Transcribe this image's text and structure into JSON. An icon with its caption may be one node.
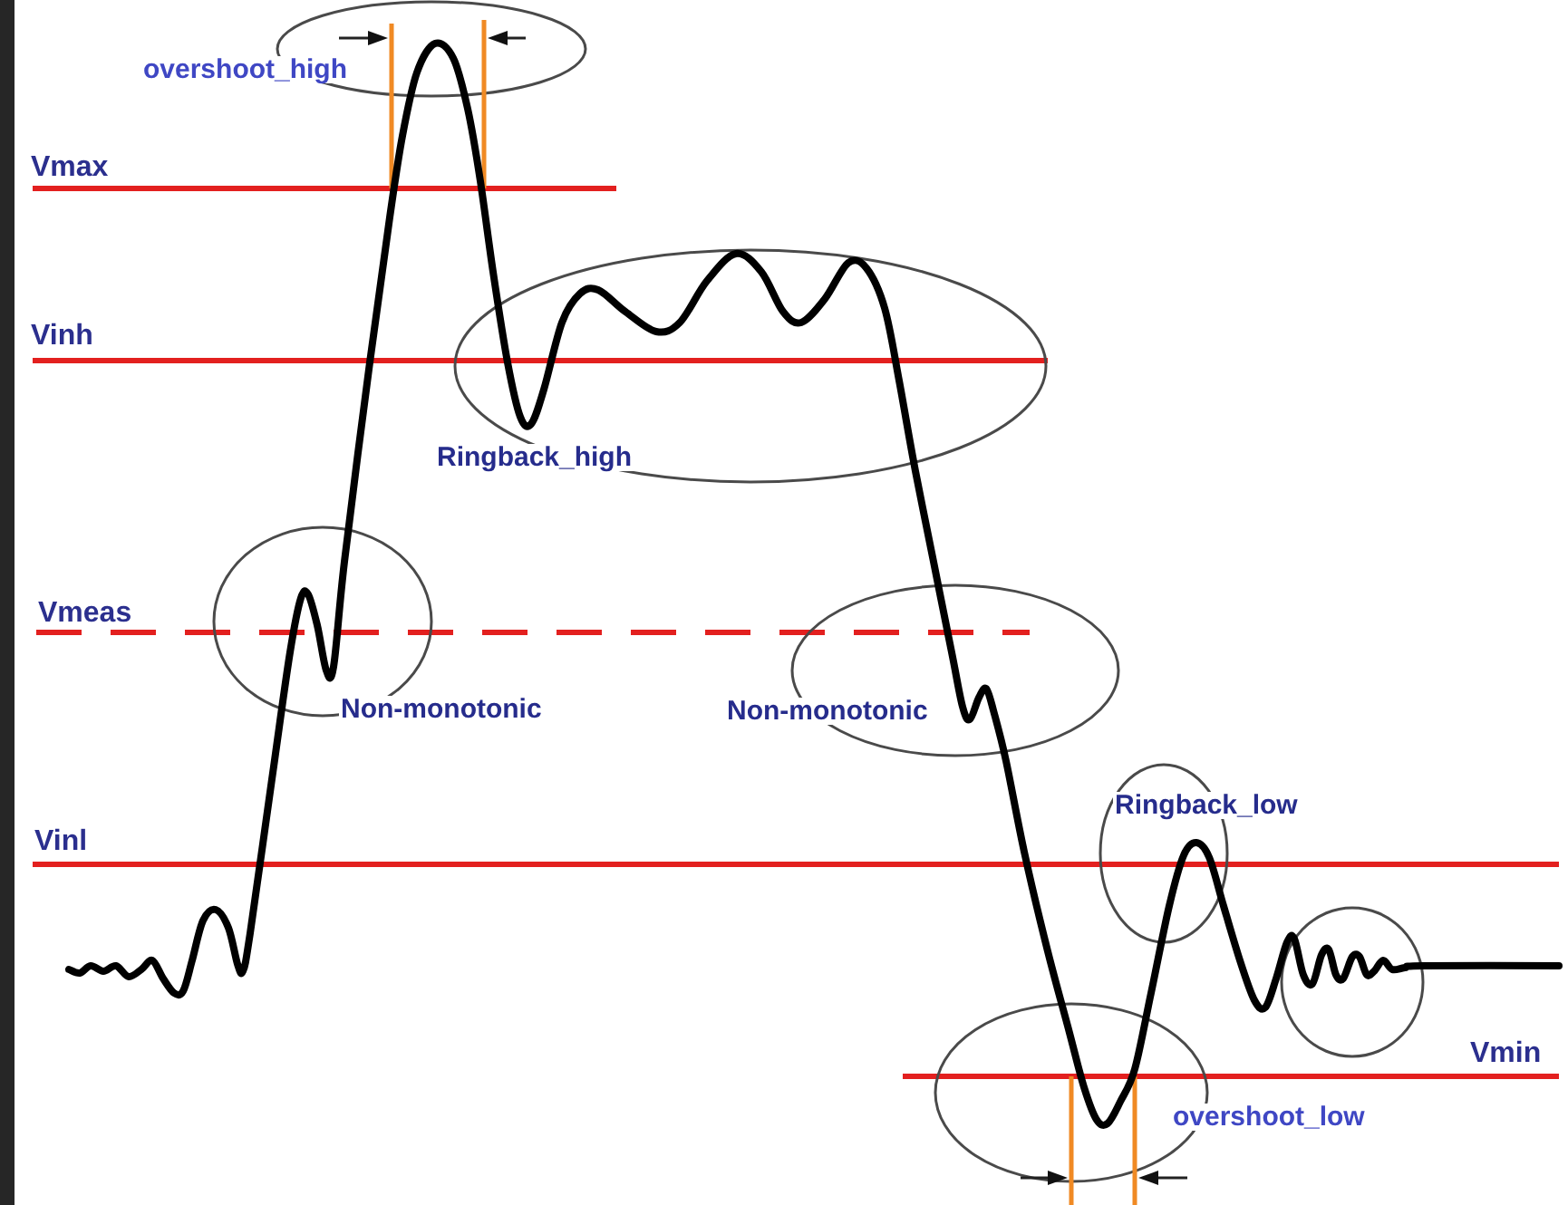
{
  "diagram": {
    "labels": [
      "overshoot_high",
      "Vmax",
      "Vinh",
      "Ringback_high",
      "Vmeas",
      "Non-monotonic",
      "Non-monotonic",
      "Ringback_low",
      "Vinl",
      "Vmin",
      "overshoot_low"
    ]
  }
}
